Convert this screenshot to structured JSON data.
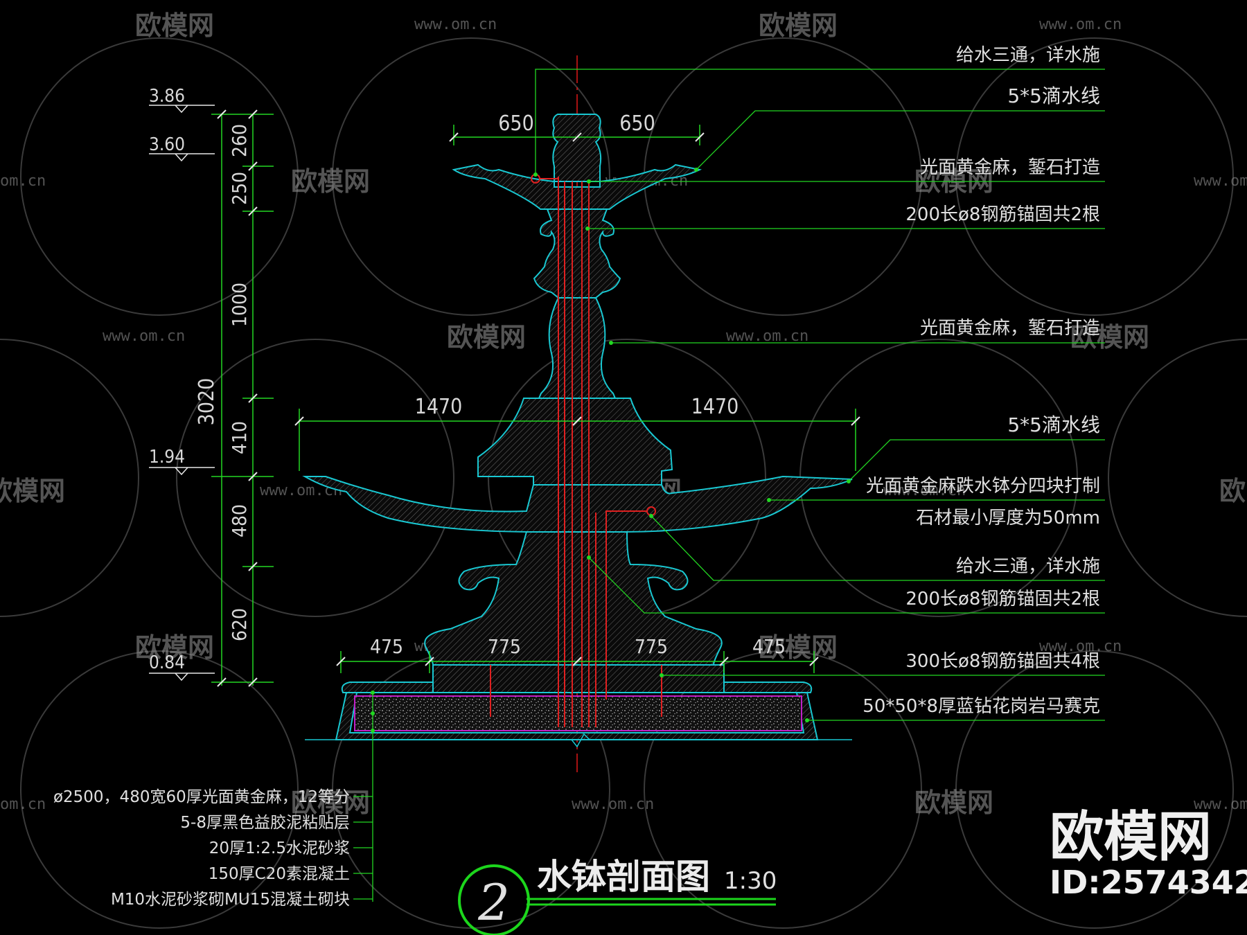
{
  "watermark": {
    "brand": "欧模网",
    "url": "www.om.cn",
    "url_short": "om.cn",
    "brand_partial_left": "欧模网",
    "brand_partial_right": "欧"
  },
  "levels": [
    "3.86",
    "3.60",
    "1.94",
    "0.84"
  ],
  "vertical_dims": {
    "total": "3020",
    "segments": [
      "260",
      "250",
      "1000",
      "410",
      "480",
      "620"
    ]
  },
  "horizontal_dims": {
    "top_left": "650",
    "top_right": "650",
    "mid_left": "1470",
    "mid_right": "1470",
    "base": [
      "475",
      "775",
      "775",
      "475"
    ]
  },
  "callouts_right": [
    "给水三通，详水施",
    "5*5滴水线",
    "光面黄金麻，錾石打造",
    "200长ø8钢筋锚固共2根",
    "光面黄金麻，錾石打造",
    "5*5滴水线",
    "光面黄金麻跌水钵分四块打制",
    "石材最小厚度为50mm",
    "给水三通，详水施",
    "200长ø8钢筋锚固共2根",
    "300长ø8钢筋锚固共4根",
    "50*50*8厚蓝钻花岗岩马赛克"
  ],
  "callouts_left": [
    "ø2500，480宽60厚光面黄金麻，12等分",
    "5-8厚黑色益胶泥粘贴层",
    "20厚1:2.5水泥砂浆",
    "150厚C20素混凝土",
    "M10水泥砂浆砌MU15混凝土砌块"
  ],
  "title": {
    "number": "2",
    "text": "水钵剖面图",
    "scale": "1:30"
  },
  "brand_block": {
    "name": "欧模网",
    "id": "ID:2574342"
  },
  "colors": {
    "background": "#000000",
    "outline": "#19c8d2",
    "leader": "#22d822",
    "axis": "#e01818",
    "rebar": "#e02020",
    "membrane": "#c020c8",
    "text": "#e0e0e0",
    "title_ring": "#1cd61c"
  }
}
